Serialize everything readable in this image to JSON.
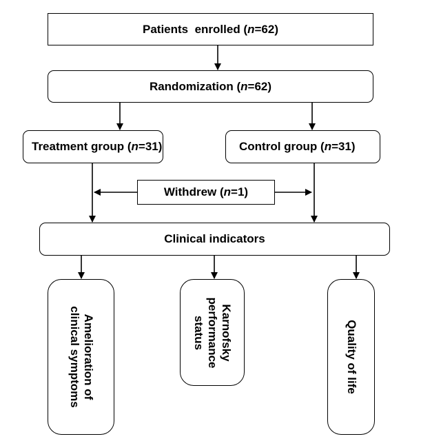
{
  "boxes": {
    "enrolled": {
      "label": "Patients  enrolled (",
      "italic": "n",
      "value": "=62)"
    },
    "randomization": {
      "label": "Randomization (",
      "italic": "n",
      "value": "=62)"
    },
    "treatment": {
      "label": "Treatment group (",
      "italic": "n",
      "value": "=31)"
    },
    "control": {
      "label": "Control group (",
      "italic": "n",
      "value": "=31)"
    },
    "withdrew": {
      "label": "Withdrew (",
      "italic": "n",
      "value": "=1)"
    },
    "clinical": {
      "label": "Clinical indicators"
    }
  },
  "indicators": {
    "amelioration": {
      "line1": "Amelioration of",
      "line2": "clinical symptoms"
    },
    "karnofsky": {
      "line1": "Karnofsky",
      "line2": "performance",
      "line3": "status"
    },
    "quality": {
      "line1": "Quality of life"
    }
  },
  "colors": {
    "stroke": "#000000",
    "background": "#ffffff"
  }
}
